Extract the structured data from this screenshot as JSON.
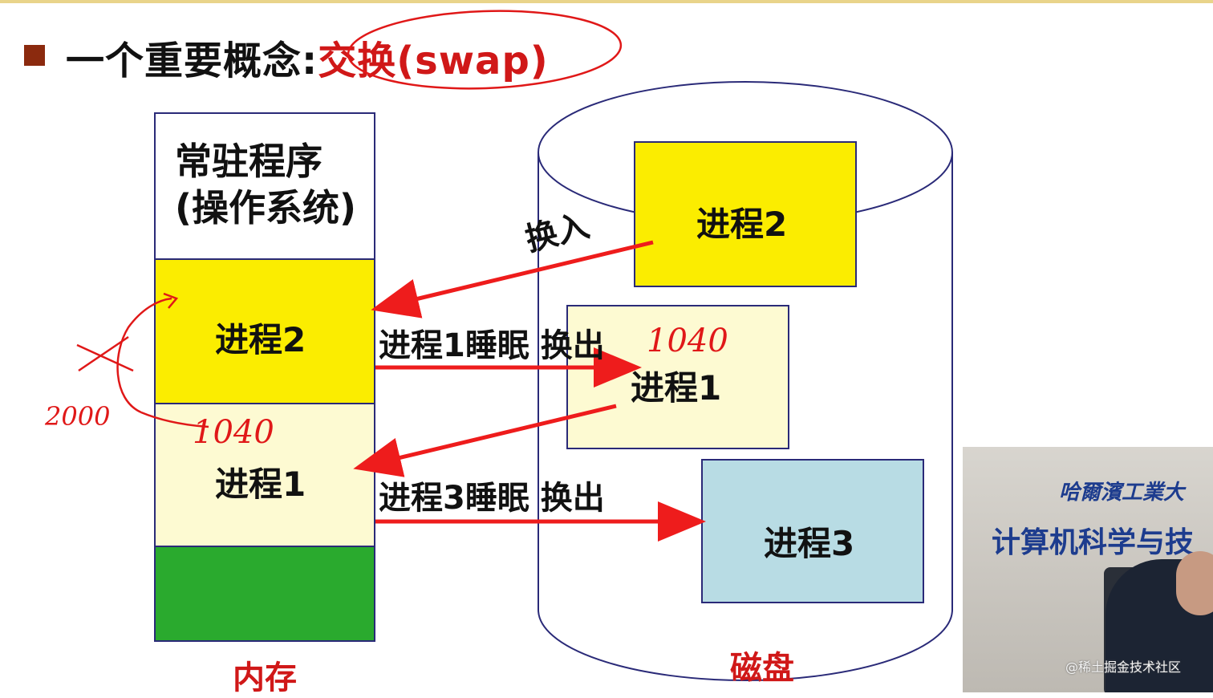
{
  "heading": {
    "prefix": "一个重要概念:",
    "highlight": "交换(swap)"
  },
  "memory": {
    "os_line1": "常驻程序",
    "os_line2": "(操作系统)",
    "p2": "进程2",
    "p1": "进程1",
    "caption": "内存"
  },
  "disk": {
    "p2": "进程2",
    "p1": "进程1",
    "p3": "进程3",
    "caption": "磁盘"
  },
  "arrows": {
    "swap_in": "换入",
    "p1_sleep": "进程1睡眠 换出",
    "p3_sleep": "进程3睡眠 换出"
  },
  "annotations": {
    "addr_disk": "1040",
    "addr_mem": "1040",
    "addr_2000": "2000"
  },
  "video": {
    "sign_line1": "哈爾濱工業大",
    "sign_line2": "计算机科学与技"
  },
  "watermark": "@稀土掘金技术社区",
  "colors": {
    "accent_red": "#d01818",
    "yellow": "#fbed00",
    "light_yellow": "#fdfad2",
    "light_blue": "#b8dce4",
    "green": "#2aaa2e",
    "outline": "#2a2a78"
  }
}
